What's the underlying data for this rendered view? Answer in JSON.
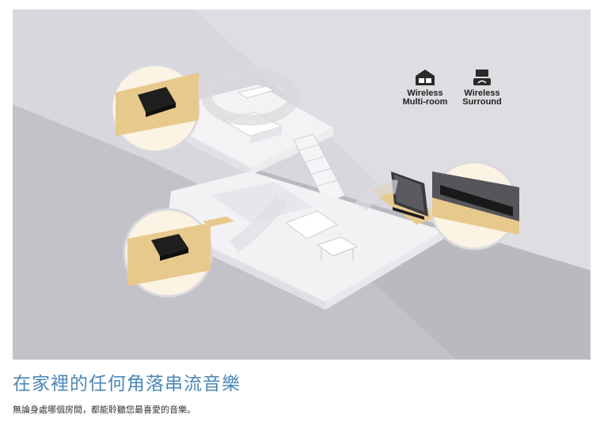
{
  "hero": {
    "features": [
      {
        "icon": "wireless-multiroom-icon",
        "line1": "Wireless",
        "line2": "Multi-room"
      },
      {
        "icon": "wireless-surround-icon",
        "line1": "Wireless",
        "line2": "Surround"
      }
    ]
  },
  "section": {
    "title": "在家裡的任何角落串流音樂",
    "description": "無論身處哪個房間，都能聆聽您最喜愛的音樂。"
  },
  "colors": {
    "title": "#4a87b8",
    "background_light": "#dcdce0",
    "background_dark": "#bdbdc3",
    "wood": "#e8c98c",
    "speaker": "#1e1e1e"
  }
}
